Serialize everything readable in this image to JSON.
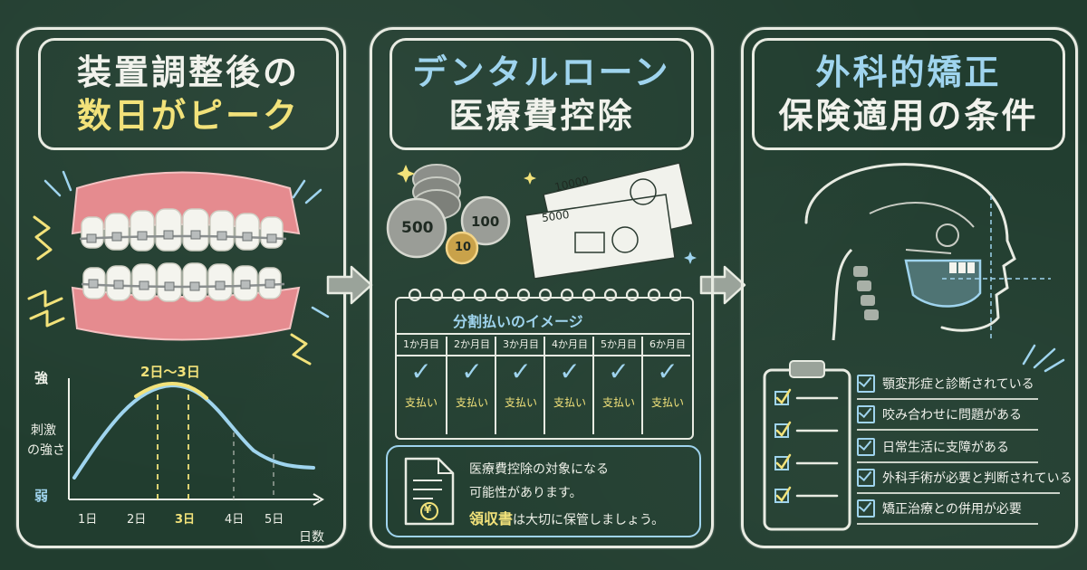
{
  "panel1": {
    "title_line1": "装置調整後の",
    "title_line2": "数日がピーク",
    "graph": {
      "y_strong": "強",
      "y_label_1": "刺激",
      "y_label_2": "の強さ",
      "y_weak": "弱",
      "peak_label": "2日〜3日",
      "x_ticks": [
        "1日",
        "2日",
        "3日",
        "4日",
        "5日"
      ],
      "x_axis_label": "日数"
    }
  },
  "panel2": {
    "title_line1": "デンタルローン",
    "title_line2": "医療費控除",
    "coins": [
      "500",
      "100",
      "10"
    ],
    "bills": [
      "10000",
      "5000"
    ],
    "calendar_title": "分割払いのイメージ",
    "months": [
      "1か月目",
      "2か月目",
      "3か月目",
      "4か月目",
      "5か月目",
      "6か月目"
    ],
    "pay_label": "支払い",
    "note_line1": "医療費控除の対象になる",
    "note_line2": "可能性があります。",
    "note_line3_emph": "領収書",
    "note_line3_rest": "は大切に保管しましょう。",
    "yen_symbol": "¥"
  },
  "panel3": {
    "title_line1": "外科的矯正",
    "title_line2": "保険適用の条件",
    "conditions": [
      "顎変形症と診断されている",
      "咬み合わせに問題がある",
      "日常生活に支障がある",
      "外科手術が必要と判断されている",
      "矯正治療との併用が必要"
    ]
  },
  "colors": {
    "board": "#213d2f",
    "chalk_white": "#eef0e8",
    "chalk_yellow": "#f2e27a",
    "chalk_blue": "#9fd4ee",
    "gum_pink": "#e58b8f"
  }
}
